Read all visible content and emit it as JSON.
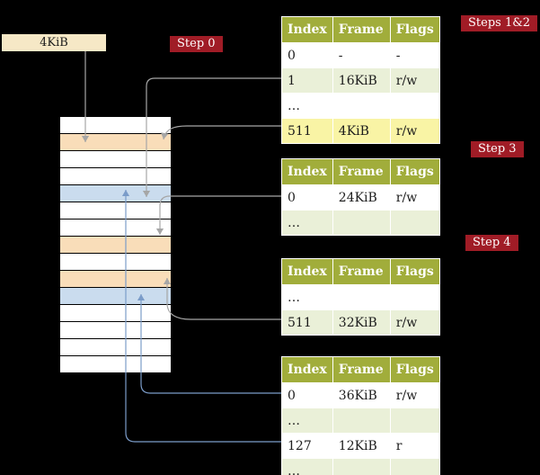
{
  "frame_box": {
    "label": "4KiB"
  },
  "badges": {
    "step0": "Step 0",
    "steps12": "Steps 1&2",
    "step3": "Step 3",
    "step4": "Step 4"
  },
  "table_headers": {
    "index": "Index",
    "frame": "Frame",
    "flags": "Flags"
  },
  "tables": [
    {
      "id": "table-steps-1-2",
      "rows": [
        {
          "index": "0",
          "frame": "-",
          "flags": "-"
        },
        {
          "index": "1",
          "frame": "16KiB",
          "flags": "r/w"
        },
        {
          "index": "…",
          "frame": "",
          "flags": ""
        },
        {
          "index": "511",
          "frame": "4KiB",
          "flags": "r/w"
        }
      ]
    },
    {
      "id": "table-step-3",
      "rows": [
        {
          "index": "0",
          "frame": "24KiB",
          "flags": "r/w"
        },
        {
          "index": "…",
          "frame": "",
          "flags": ""
        }
      ]
    },
    {
      "id": "table-step-4",
      "rows": [
        {
          "index": "…",
          "frame": "",
          "flags": ""
        },
        {
          "index": "511",
          "frame": "32KiB",
          "flags": "r/w"
        }
      ]
    },
    {
      "id": "table-last-level",
      "rows": [
        {
          "index": "0",
          "frame": "36KiB",
          "flags": "r/w"
        },
        {
          "index": "…",
          "frame": "",
          "flags": ""
        },
        {
          "index": "127",
          "frame": "12KiB",
          "flags": "r"
        },
        {
          "index": "…",
          "frame": "",
          "flags": ""
        }
      ]
    }
  ],
  "memory_rows": [
    "white",
    "orange",
    "white",
    "white",
    "blue",
    "white",
    "white",
    "orange",
    "white",
    "orange",
    "blue",
    "white",
    "white",
    "white",
    "white"
  ],
  "colors": {
    "background": "#000000",
    "badge_bg": "#a01c26",
    "badge_text": "#ffffff",
    "table_header_bg": "#a1ad3b",
    "row_alt_green": "#eaf0d8",
    "row_highlight_yellow": "#f9f4a5",
    "memory_frame_orange": "#f9ddb9",
    "memory_frame_blue": "#cadcee",
    "frame_box_bg": "#f6e8c6",
    "arrow_gray": "#a6a6a6",
    "arrow_blue": "#7b9cc9"
  }
}
